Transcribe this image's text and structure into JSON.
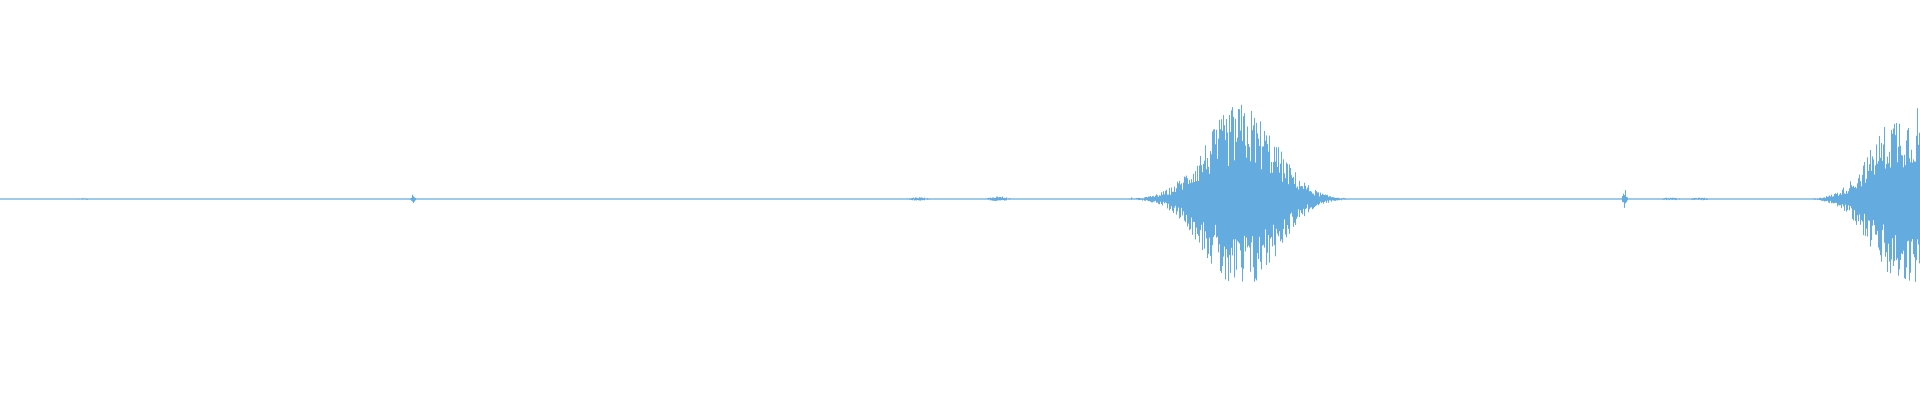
{
  "waveform": {
    "color": "#64ace0",
    "background": "#ffffff",
    "baseline_amplitude": 0.004,
    "events": [
      {
        "position": 0.043,
        "amplitude": 0.01,
        "spread": 0.004
      },
      {
        "position": 0.203,
        "amplitude": 0.005,
        "spread": 0.002
      },
      {
        "position": 0.215,
        "amplitude": 0.05,
        "spread": 0.0008
      },
      {
        "position": 0.478,
        "amplitude": 0.02,
        "spread": 0.004
      },
      {
        "position": 0.52,
        "amplitude": 0.03,
        "spread": 0.004
      },
      {
        "position": 0.589,
        "amplitude": 0.02,
        "spread": 0.0008
      },
      {
        "position": 0.646,
        "amplitude": 0.98,
        "spread": 0.018
      },
      {
        "position": 0.676,
        "amplitude": 0.06,
        "spread": 0.004
      },
      {
        "position": 0.846,
        "amplitude": 0.1,
        "spread": 0.0008
      },
      {
        "position": 0.87,
        "amplitude": 0.015,
        "spread": 0.004
      },
      {
        "position": 0.885,
        "amplitude": 0.015,
        "spread": 0.004
      },
      {
        "position": 0.99,
        "amplitude": 0.9,
        "spread": 0.015
      },
      {
        "position": 0.998,
        "amplitude": 1.0,
        "spread": 0.004
      }
    ]
  }
}
